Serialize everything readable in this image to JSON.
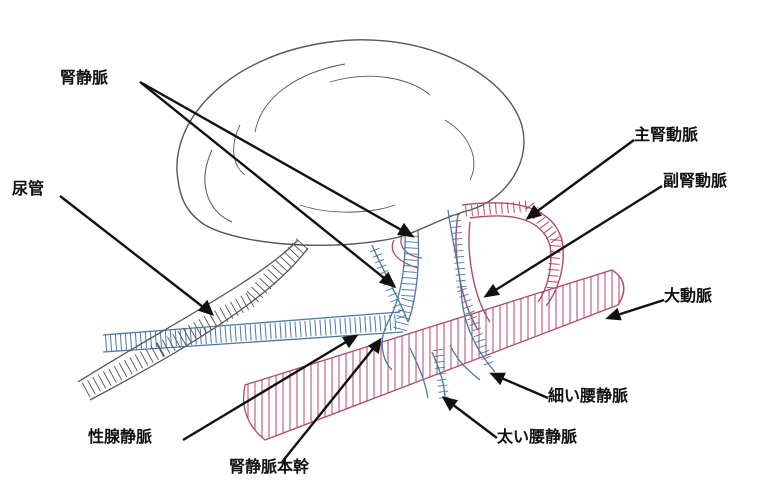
{
  "labels": {
    "renal_vein": "腎静脈",
    "ureter": "尿管",
    "main_renal_artery": "主腎動脈",
    "accessory_renal_artery": "副腎動脈",
    "aorta": "大動脈",
    "thin_lumbar_vein": "細い腰静脈",
    "thick_lumbar_vein": "太い腰静脈",
    "gonadal_vein": "性腺静脈",
    "renal_vein_trunk": "腎静脈本幹"
  },
  "colors": {
    "outline": "#555555",
    "vein": "#4a78a8",
    "artery": "#b04a6a",
    "pointer": "#111111",
    "background": "#ffffff"
  }
}
